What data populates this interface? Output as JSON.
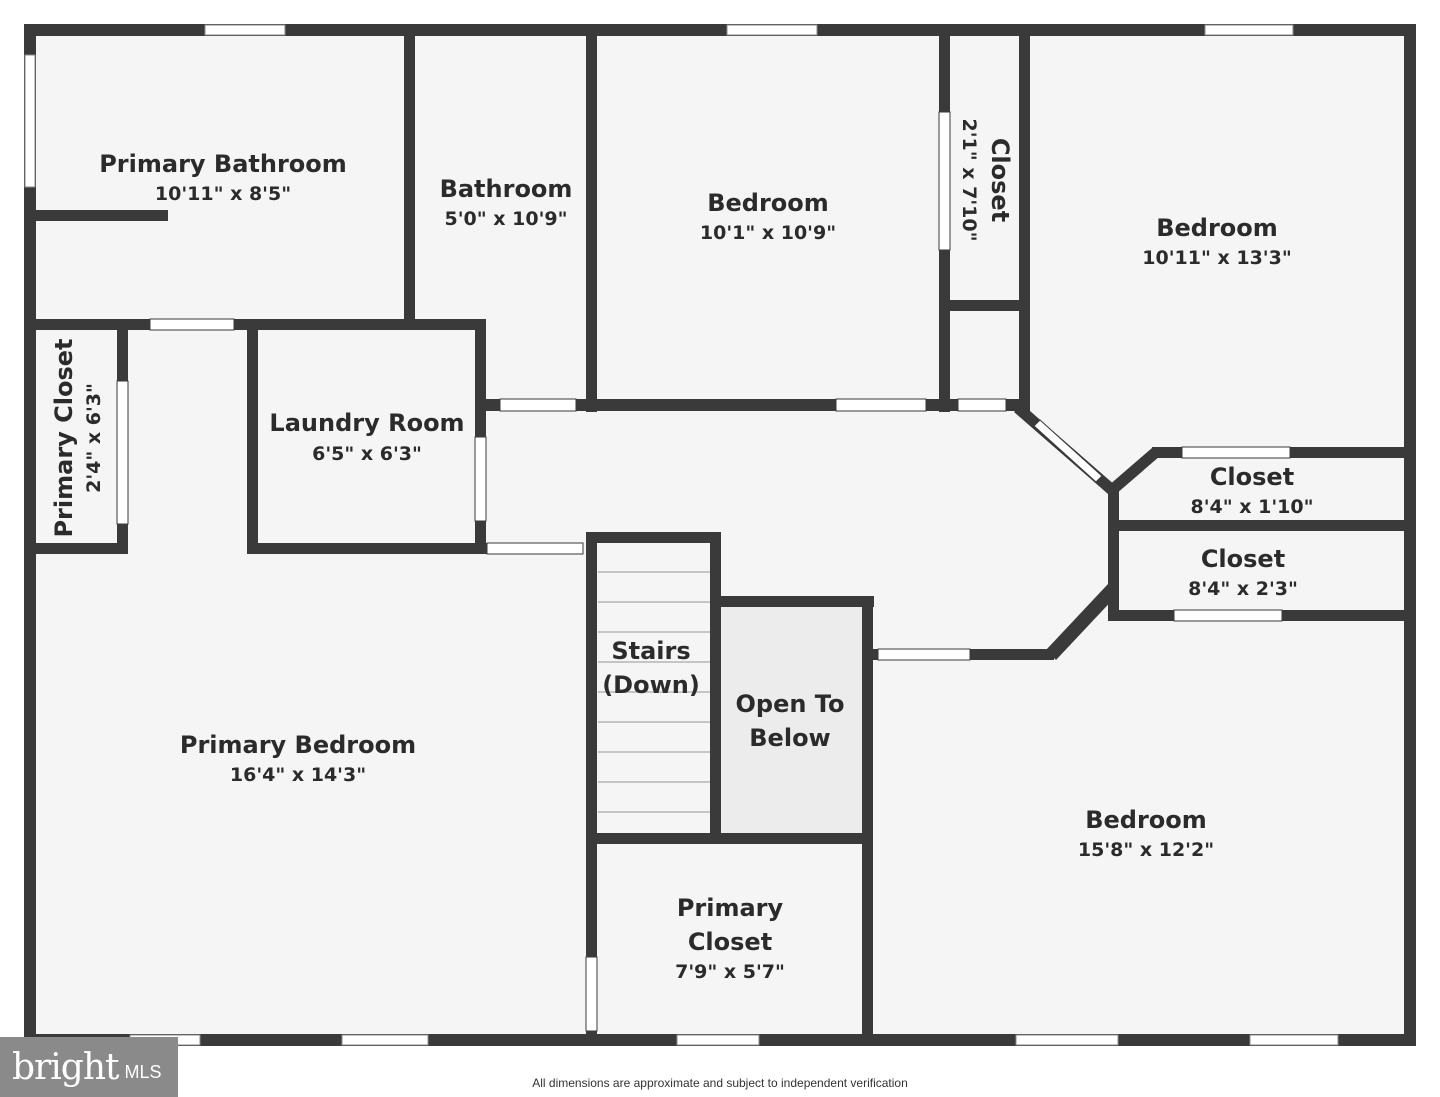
{
  "rooms": [
    {
      "name": "Primary Bathroom",
      "dims": "10'11\" x 8'5\""
    },
    {
      "name": "Bathroom",
      "dims": "5'0\" x 10'9\""
    },
    {
      "name": "Bedroom",
      "dims": "10'1\" x 10'9\""
    },
    {
      "name": "Closet",
      "dims": "2'1\" x 7'10\""
    },
    {
      "name": "Bedroom",
      "dims": "10'11\" x 13'3\""
    },
    {
      "name": "Primary Closet",
      "dims": "2'4\" x 6'3\""
    },
    {
      "name": "Laundry Room",
      "dims": "6'5\" x 6'3\""
    },
    {
      "name": "Closet",
      "dims": "8'4\" x 1'10\""
    },
    {
      "name": "Closet",
      "dims": "8'4\" x 2'3\""
    },
    {
      "name": "Stairs",
      "name2": "(Down)"
    },
    {
      "name": "Open To",
      "name2": "Below"
    },
    {
      "name": "Primary Bedroom",
      "dims": "16'4\" x 14'3\""
    },
    {
      "name": "Primary",
      "name2": "Closet",
      "dims": "7'9\" x 5'7\""
    },
    {
      "name": "Bedroom",
      "dims": "15'8\" x 12'2\""
    }
  ],
  "footnote": "All dimensions are approximate and subject to independent verification",
  "logo": {
    "brand": "bright",
    "suffix": "MLS"
  },
  "colors": {
    "wall": "#3a3a3a",
    "floor": "#f5f5f5",
    "open_below": "#ececec",
    "background": "#ffffff"
  }
}
